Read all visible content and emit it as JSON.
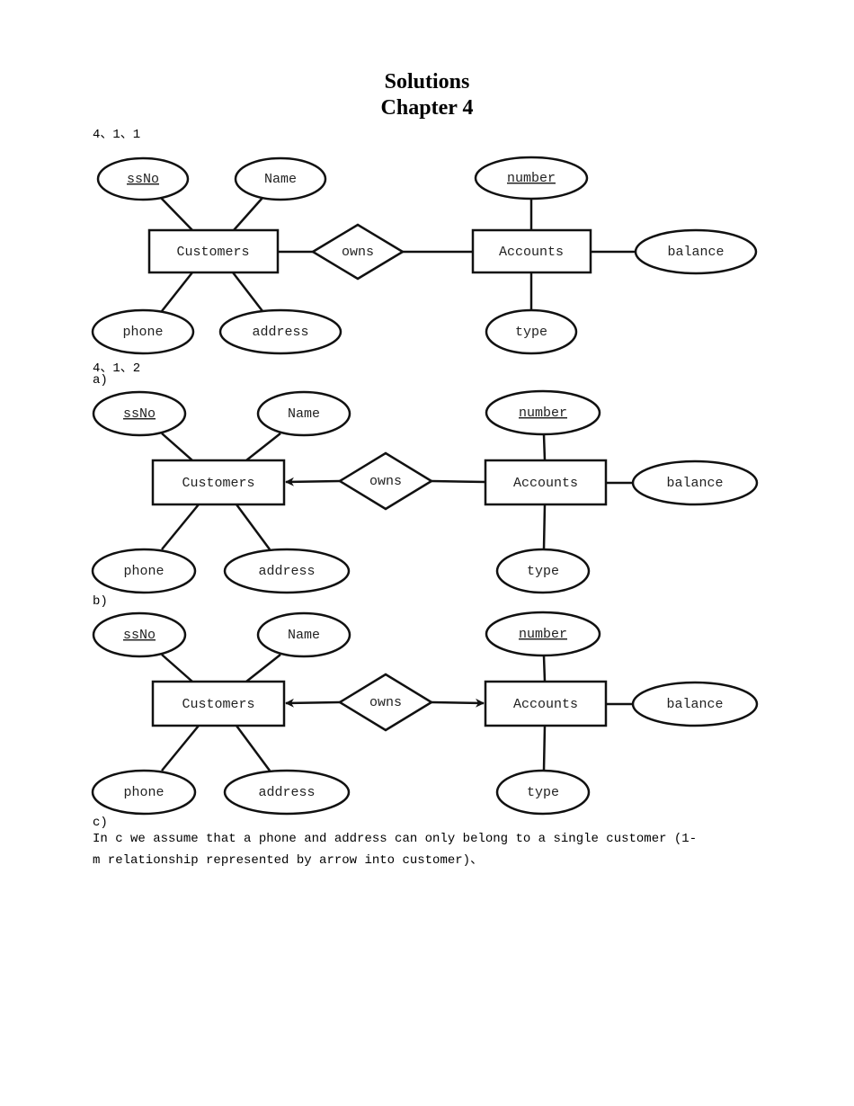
{
  "title": "Solutions",
  "subtitle": "Chapter 4",
  "sections": {
    "s411": "4、1、1",
    "s412": "4、1、2",
    "a": "a)",
    "b": "b)",
    "c": "c)"
  },
  "note_line1": "In c we assume that a phone and address can only belong to a single customer (1-",
  "note_line2": "m relationship represented by arrow into customer)、",
  "diagram": {
    "entities": {
      "customers": "Customers",
      "accounts": "Accounts"
    },
    "relationship": "owns",
    "attributes": {
      "ssno": "ssNo",
      "name": "Name",
      "phone": "phone",
      "address": "address",
      "number": "number",
      "balance": "balance",
      "type": "type"
    }
  }
}
